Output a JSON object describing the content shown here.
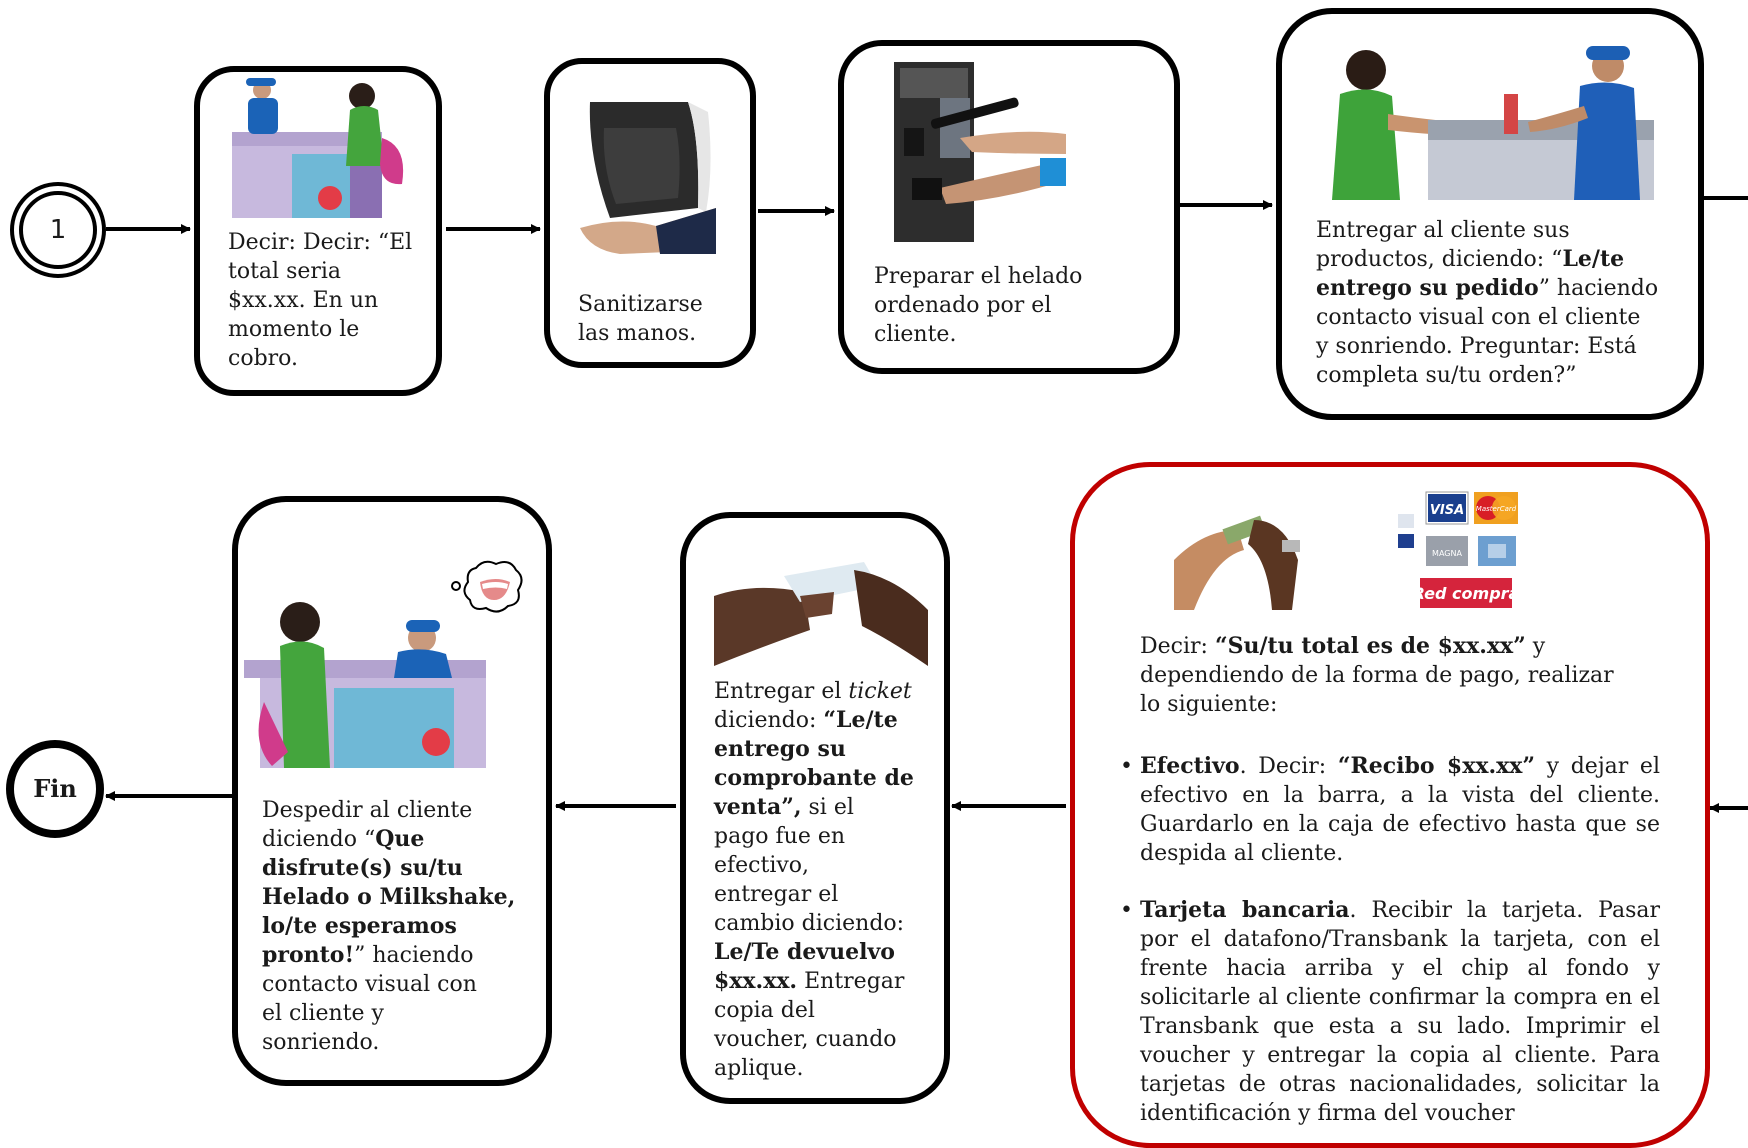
{
  "start_label": "1",
  "end_label": "Fin",
  "colors": {
    "line": "#000000",
    "highlight_border": "#c00000",
    "text": "#1a1a1a"
  },
  "steps": [
    {
      "id": "step1",
      "text": [
        "Decir: Decir: “El",
        "total seria",
        "$xx.xx.  En un",
        "momento le",
        "cobro."
      ],
      "image": "customer-at-counter-illustration"
    },
    {
      "id": "step2",
      "text": [
        "Sanitizarse",
        "las manos."
      ],
      "image": "hand-sanitizer-dispenser-illustration"
    },
    {
      "id": "step3",
      "text": [
        "Preparar el helado",
        "ordenado por el",
        "cliente."
      ],
      "image": "soft-serve-machine-illustration"
    },
    {
      "id": "step4",
      "lines": [
        {
          "pre": "Entregar al cliente sus",
          "bold": "",
          "post": ""
        },
        {
          "pre": "productos, diciendo: “",
          "bold": "Le/te",
          "post": ""
        },
        {
          "pre": "",
          "bold": "entrego su pedido",
          "post": "” haciendo"
        },
        {
          "pre": "contacto visual con el cliente",
          "bold": "",
          "post": ""
        },
        {
          "pre": "y sonriendo. Preguntar:  Está",
          "bold": "",
          "post": ""
        },
        {
          "pre": "completa su/tu orden?”",
          "bold": "",
          "post": ""
        }
      ],
      "image": "handing-order-illustration"
    },
    {
      "id": "step5",
      "intro_pre": "Decir: ",
      "intro_bold": "“Su/tu total es de $xx.xx”",
      "intro_post": " y",
      "intro_lines": [
        "dependiendo de la forma de pago, realizar",
        "lo siguiente:"
      ],
      "cash_bold": "Efectivo",
      "cash_text": ". Decir: ",
      "cash_bold2": "“Recibo $xx.xx”",
      "cash_rest": " y dejar el efectivo en la barra, a la vista del cliente. Guardarlo en la caja de efectivo hasta que se despida al cliente.",
      "card_bold": "Tarjeta bancaria",
      "card_rest": ". Recibir la tarjeta. Pasar por el datafono/Transbank la tarjeta, con el frente hacia arriba y el chip al fondo y solicitarle al cliente confirmar la compra en el Transbank que esta a su lado. Imprimir el voucher y entregar la copia al cliente. Para tarjetas de otras nacionalidades, solicitar la identificación y firma del voucher",
      "cards": [
        "VISA",
        "MasterCard",
        "MAGNA",
        "Red compra"
      ],
      "image": "cash-exchange-and-card-logos"
    },
    {
      "id": "step6",
      "l1_pre": "Entregar el ",
      "l1_ital": "ticket",
      "l2_pre": "diciendo: ",
      "l2_bold": "“Le/te",
      "l3_bold": "entrego su",
      "l4_bold": "comprobante de",
      "l5_bold": "venta”,",
      "l5_post": " si el",
      "l6": "pago fue en",
      "l7": "efectivo,",
      "l8": "entregar el",
      "l9": "cambio diciendo:",
      "l10_bold": "Le/Te devuelvo",
      "l11_bold": "$xx.xx.",
      "l11_post": " Entregar",
      "l12": "copia del",
      "l13": "voucher, cuando",
      "l14": "aplique.",
      "image": "receipt-handover-illustration"
    },
    {
      "id": "step7",
      "l1": "Despedir al cliente",
      "l2_pre": "diciendo “",
      "l2_bold": "Que",
      "l3_bold": "disfrute(s) su/tu",
      "l4_bold": "Helado o Milkshake,",
      "l5_bold": "lo/te esperamos",
      "l6_bold": "pronto!",
      "l6_post": "” haciendo",
      "l7": "contacto visual con",
      "l8": "el cliente y",
      "l9": "sonriendo.",
      "image": "smiling-farewell-illustration"
    }
  ]
}
